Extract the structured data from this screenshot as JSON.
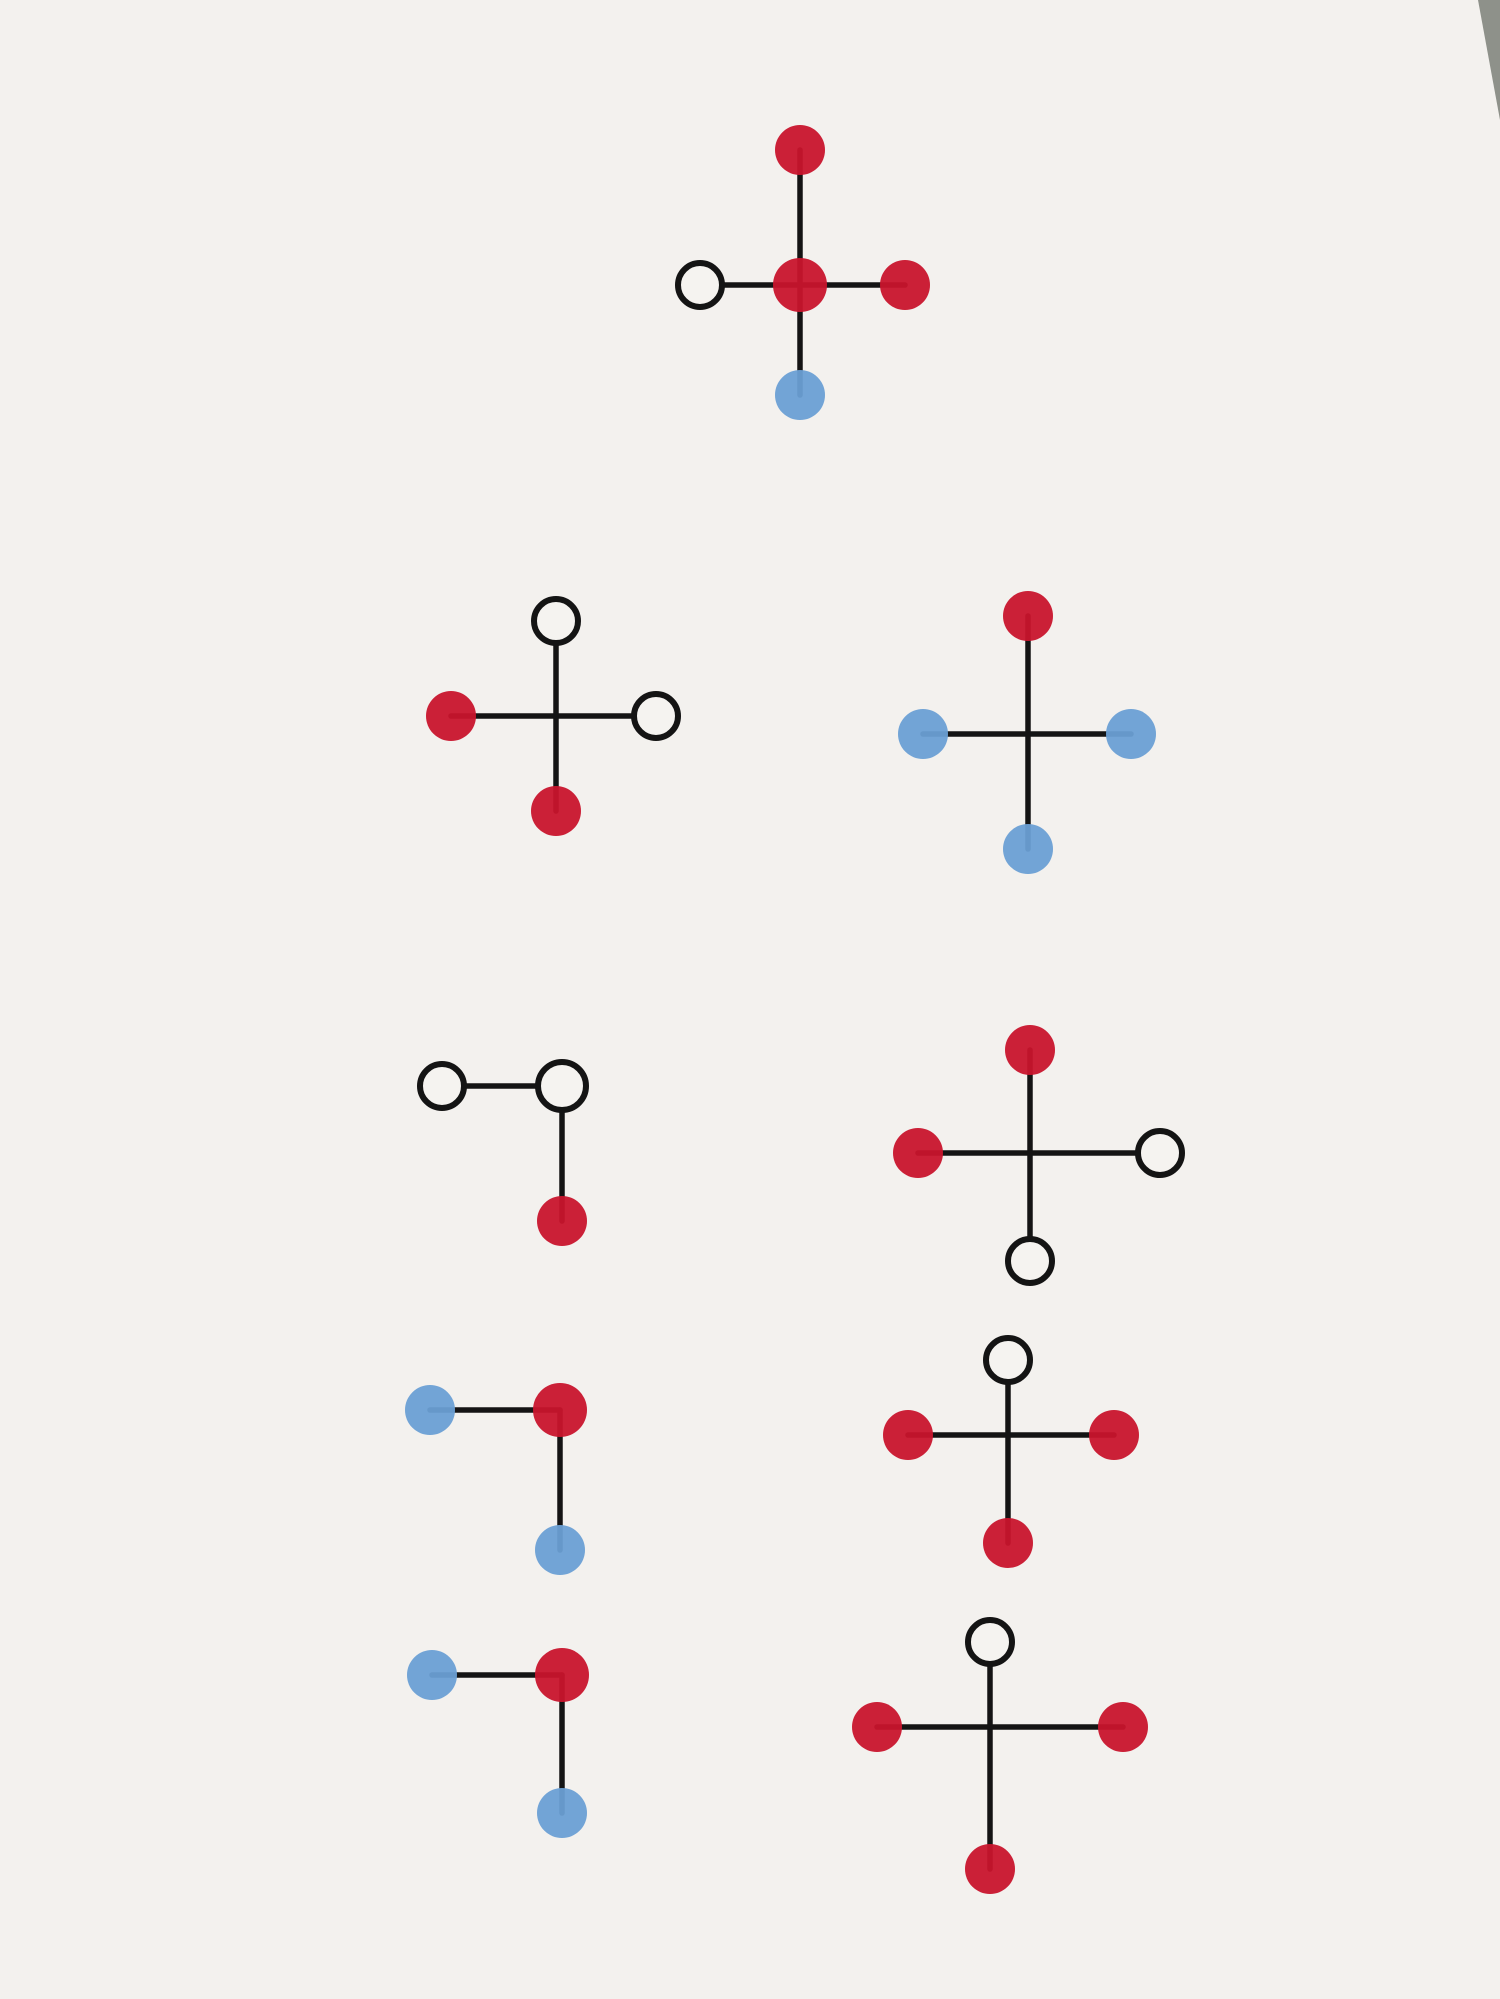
{
  "colors": {
    "paper": "#f3f1ee",
    "desk": "#8e918a",
    "red": "#c8142c",
    "blue": "#6a9fd4",
    "ink": "#141414",
    "open_fill": "#f5f3f0"
  },
  "molecules": [
    {
      "id": "m1",
      "center": "red",
      "atoms": [
        [
          "up",
          "red"
        ],
        [
          "down",
          "blue"
        ],
        [
          "left",
          "open"
        ],
        [
          "right",
          "red"
        ]
      ]
    },
    {
      "id": "m2",
      "center": "none",
      "atoms": [
        [
          "up",
          "open"
        ],
        [
          "down",
          "red"
        ],
        [
          "left",
          "red"
        ],
        [
          "right",
          "open"
        ]
      ]
    },
    {
      "id": "m3",
      "center": "none",
      "atoms": [
        [
          "up",
          "red"
        ],
        [
          "down",
          "blue"
        ],
        [
          "left",
          "blue"
        ],
        [
          "right",
          "blue"
        ]
      ]
    },
    {
      "id": "m4",
      "center": "open",
      "atoms": [
        [
          "left",
          "open"
        ],
        [
          "down",
          "red"
        ]
      ]
    },
    {
      "id": "m5",
      "center": "none",
      "atoms": [
        [
          "up",
          "red"
        ],
        [
          "down",
          "open"
        ],
        [
          "left",
          "red"
        ],
        [
          "right",
          "open"
        ]
      ]
    },
    {
      "id": "m6",
      "center": "red",
      "atoms": [
        [
          "left",
          "blue"
        ],
        [
          "down",
          "blue"
        ]
      ]
    },
    {
      "id": "m7",
      "center": "none",
      "atoms": [
        [
          "up",
          "open"
        ],
        [
          "down",
          "red"
        ],
        [
          "left",
          "red"
        ],
        [
          "right",
          "red"
        ]
      ]
    },
    {
      "id": "m8",
      "center": "red",
      "atoms": [
        [
          "left",
          "blue"
        ],
        [
          "down",
          "blue"
        ]
      ]
    },
    {
      "id": "m9",
      "center": "none",
      "atoms": [
        [
          "up",
          "open"
        ],
        [
          "down",
          "red"
        ],
        [
          "left",
          "red"
        ],
        [
          "right",
          "red"
        ]
      ]
    }
  ]
}
